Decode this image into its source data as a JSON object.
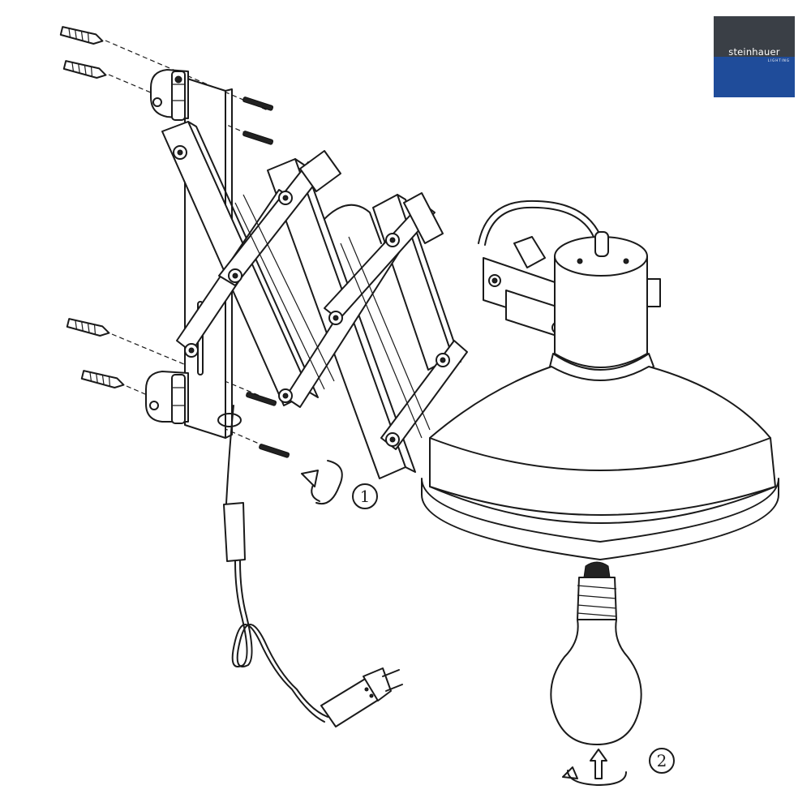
{
  "brand": {
    "name": "steinhauer",
    "tagline": "LIGHTING",
    "color_top": "#3a3f46",
    "color_bottom": "#1f4c9a",
    "text_color": "#ffffff"
  },
  "steps": [
    {
      "label": "1"
    },
    {
      "label": "2"
    }
  ],
  "icons": {
    "rotate_step1": "rotate-arrow-icon",
    "rotate_step2": "rotate-arrow-icon",
    "up_arrow": "arrow-up-icon"
  }
}
